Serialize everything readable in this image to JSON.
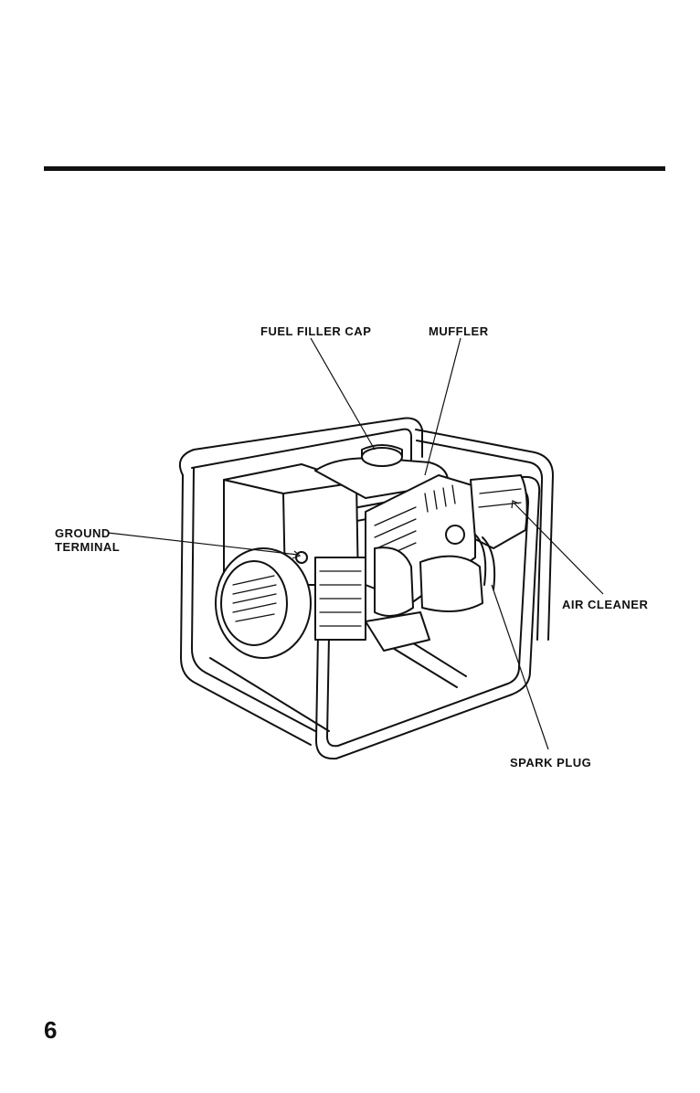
{
  "labels": {
    "fuel_filler_cap": "FUEL FILLER CAP",
    "muffler": "MUFFLER",
    "ground_line1": "GROUND",
    "ground_line2": "TERMINAL",
    "air_cleaner": "AIR CLEANER",
    "spark_plug": "SPARK PLUG"
  },
  "page": {
    "number": "6"
  }
}
